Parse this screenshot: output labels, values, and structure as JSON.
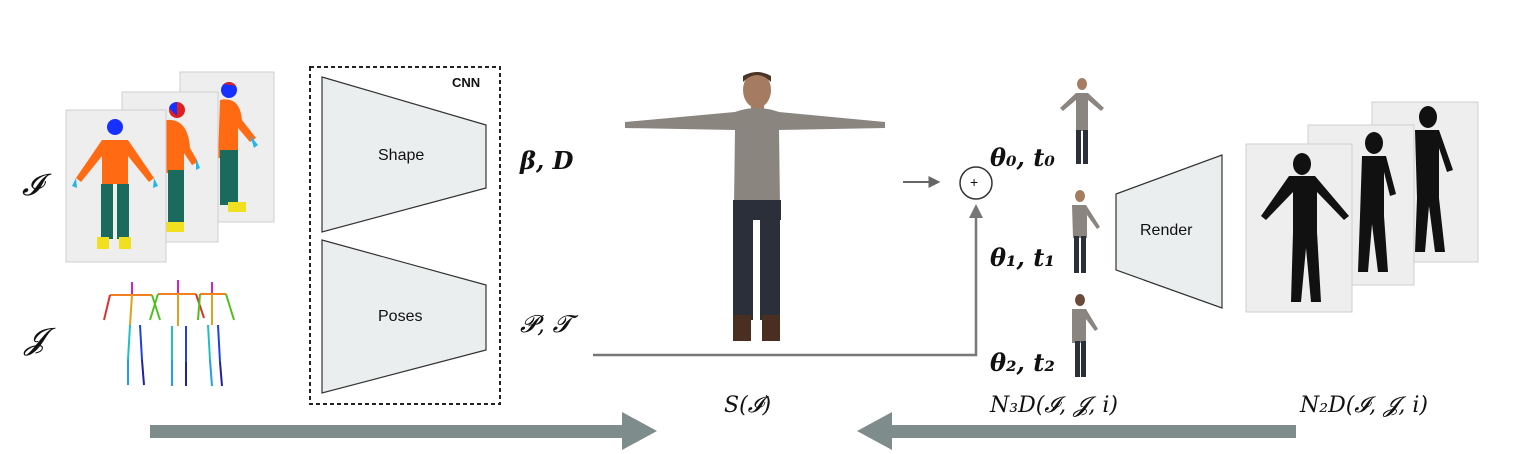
{
  "inputs": {
    "images_symbol": "𝓘",
    "joints_symbol": "𝓙"
  },
  "cnn": {
    "label": "CNN",
    "shape_branch_label": "Shape",
    "poses_branch_label": "Poses",
    "shape_output": "β, D",
    "poses_output": "𝓟, 𝓣"
  },
  "combine": {
    "operator_symbol": "+",
    "pose_params": [
      "θ₀, t₀",
      "θ₁, t₁",
      "θ₂, t₂"
    ]
  },
  "renderer": {
    "label": "Render"
  },
  "losses": {
    "shape_model": "S(𝓘)",
    "n3d": "N₃D(𝓘, 𝓙, i)",
    "n2d": "N₂D(𝓘, 𝓙, i)"
  },
  "colors": {
    "flow_arrow": "#7f8c8c",
    "block_fill": "#ebeeee",
    "silhouette_bg": "#eeeeee",
    "body_orange": "#ff6a13",
    "legs_teal": "#1a6b5d",
    "head_blue": "#1530ff",
    "feet_yellow": "#f0e020",
    "shirt_gray": "#8b8580",
    "jeans_dark": "#2a2f3a"
  }
}
